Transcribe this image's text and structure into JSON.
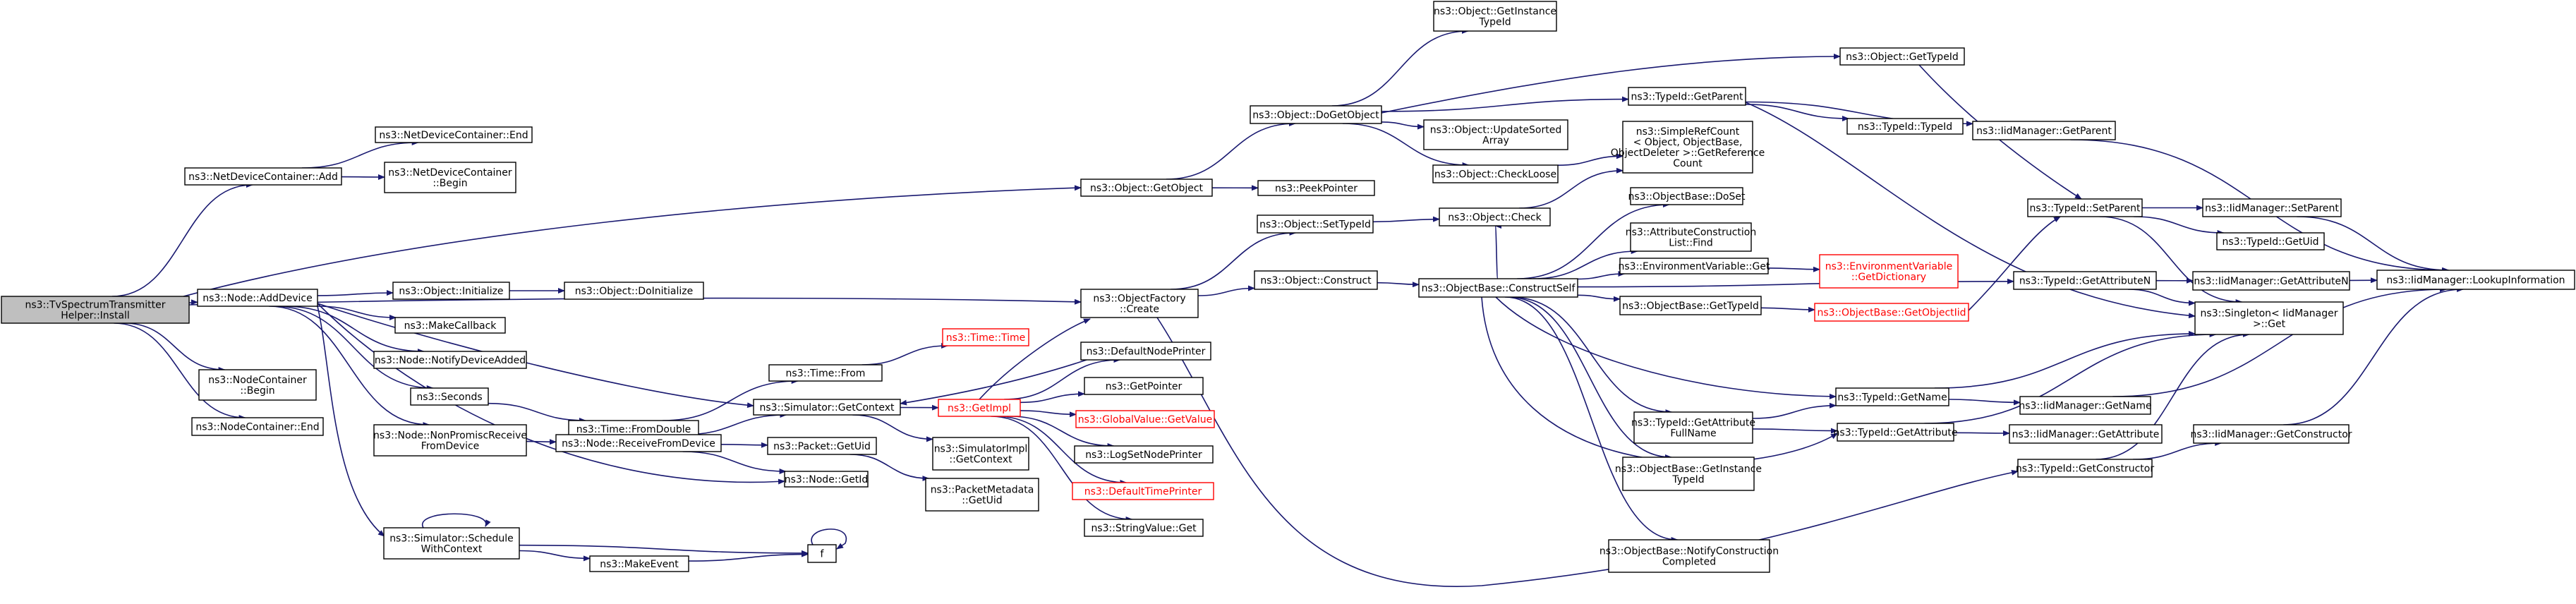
{
  "diagram": {
    "type": "call-graph",
    "colors": {
      "edge": "#191970",
      "node_border": "#000000",
      "root_fill": "#bfbfbf",
      "truncated_border": "#ff0000"
    },
    "nodes": [
      {
        "id": "install",
        "lines": [
          "ns3::TvSpectrumTransmitter",
          "Helper::Install"
        ],
        "root": true
      },
      {
        "id": "ndc_add",
        "lines": [
          "ns3::NetDeviceContainer::Add"
        ]
      },
      {
        "id": "ndc_end",
        "lines": [
          "ns3::NetDeviceContainer::End"
        ]
      },
      {
        "id": "ndc_begin",
        "lines": [
          "ns3::NetDeviceContainer",
          "::Begin"
        ]
      },
      {
        "id": "obj_getobject",
        "lines": [
          "ns3::Object::GetObject"
        ]
      },
      {
        "id": "obj_dogetobject",
        "lines": [
          "ns3::Object::DoGetObject"
        ]
      },
      {
        "id": "peekpointer",
        "lines": [
          "ns3::PeekPointer"
        ]
      },
      {
        "id": "obj_getinstancetypeid",
        "lines": [
          "ns3::Object::GetInstance",
          "TypeId"
        ]
      },
      {
        "id": "obj_updatesorted",
        "lines": [
          "ns3::Object::UpdateSorted",
          "Array"
        ]
      },
      {
        "id": "obj_checkloose",
        "lines": [
          "ns3::Object::CheckLoose"
        ]
      },
      {
        "id": "obj_gettypeid",
        "lines": [
          "ns3::Object::GetTypeId"
        ]
      },
      {
        "id": "tid_getparent",
        "lines": [
          "ns3::TypeId::GetParent"
        ]
      },
      {
        "id": "tid_typeid",
        "lines": [
          "ns3::TypeId::TypeId"
        ]
      },
      {
        "id": "simplerefcount",
        "lines": [
          "ns3::SimpleRefCount",
          "< Object, ObjectBase,",
          "ObjectDeleter >::GetReference",
          "Count"
        ]
      },
      {
        "id": "iid_getparent",
        "lines": [
          "ns3::IidManager::GetParent"
        ]
      },
      {
        "id": "objfactory_create",
        "lines": [
          "ns3::ObjectFactory",
          "::Create"
        ]
      },
      {
        "id": "obj_settypeid",
        "lines": [
          "ns3::Object::SetTypeId"
        ]
      },
      {
        "id": "obj_check",
        "lines": [
          "ns3::Object::Check"
        ]
      },
      {
        "id": "obj_construct",
        "lines": [
          "ns3::Object::Construct"
        ]
      },
      {
        "id": "objbase_constructself",
        "lines": [
          "ns3::ObjectBase::ConstructSelf"
        ]
      },
      {
        "id": "objbase_doset",
        "lines": [
          "ns3::ObjectBase::DoSet"
        ]
      },
      {
        "id": "attrconstr_find",
        "lines": [
          "ns3::AttributeConstruction",
          "List::Find"
        ]
      },
      {
        "id": "envvar_get",
        "lines": [
          "ns3::EnvironmentVariable::Get"
        ]
      },
      {
        "id": "envvar_getdict",
        "lines": [
          "ns3::EnvironmentVariable",
          "::GetDictionary"
        ],
        "red": true
      },
      {
        "id": "objbase_gettypeid",
        "lines": [
          "ns3::ObjectBase::GetTypeId"
        ]
      },
      {
        "id": "objbase_getobjectiid",
        "lines": [
          "ns3::ObjectBase::GetObjectIid"
        ],
        "red": true
      },
      {
        "id": "tid_getattrfullname",
        "lines": [
          "ns3::TypeId::GetAttribute",
          "FullName"
        ]
      },
      {
        "id": "objbase_getinstancetypeid",
        "lines": [
          "ns3::ObjectBase::GetInstance",
          "TypeId"
        ]
      },
      {
        "id": "objbase_notifyconstr",
        "lines": [
          "ns3::ObjectBase::NotifyConstruction",
          "Completed"
        ]
      },
      {
        "id": "tid_setparent",
        "lines": [
          "ns3::TypeId::SetParent"
        ]
      },
      {
        "id": "tid_getattributen",
        "lines": [
          "ns3::TypeId::GetAttributeN"
        ]
      },
      {
        "id": "tid_getname",
        "lines": [
          "ns3::TypeId::GetName"
        ]
      },
      {
        "id": "tid_getattribute",
        "lines": [
          "ns3::TypeId::GetAttribute"
        ]
      },
      {
        "id": "tid_getconstructor",
        "lines": [
          "ns3::TypeId::GetConstructor"
        ]
      },
      {
        "id": "iid_setparent",
        "lines": [
          "ns3::IidManager::SetParent"
        ]
      },
      {
        "id": "tid_getuid",
        "lines": [
          "ns3::TypeId::GetUid"
        ]
      },
      {
        "id": "iid_getattributen",
        "lines": [
          "ns3::IidManager::GetAttributeN"
        ]
      },
      {
        "id": "singleton_get",
        "lines": [
          "ns3::Singleton< IidManager",
          "  >::Get"
        ]
      },
      {
        "id": "iid_getname",
        "lines": [
          "ns3::IidManager::GetName"
        ]
      },
      {
        "id": "iid_getattribute",
        "lines": [
          "ns3::IidManager::GetAttribute"
        ]
      },
      {
        "id": "iid_getconstructor",
        "lines": [
          "ns3::IidManager::GetConstructor"
        ]
      },
      {
        "id": "iid_lookupinfo",
        "lines": [
          "ns3::IidManager::LookupInformation"
        ]
      },
      {
        "id": "node_adddevice",
        "lines": [
          "ns3::Node::AddDevice"
        ]
      },
      {
        "id": "nodecont_begin",
        "lines": [
          "ns3::NodeContainer",
          "::Begin"
        ]
      },
      {
        "id": "nodecont_end",
        "lines": [
          "ns3::NodeContainer::End"
        ]
      },
      {
        "id": "obj_initialize",
        "lines": [
          "ns3::Object::Initialize"
        ]
      },
      {
        "id": "obj_doinitialize",
        "lines": [
          "ns3::Object::DoInitialize"
        ]
      },
      {
        "id": "makecallback",
        "lines": [
          "ns3::MakeCallback"
        ]
      },
      {
        "id": "node_notifydeviceadded",
        "lines": [
          "ns3::Node::NotifyDeviceAdded"
        ]
      },
      {
        "id": "seconds",
        "lines": [
          "ns3::Seconds"
        ]
      },
      {
        "id": "time_fromdouble",
        "lines": [
          "ns3::Time::FromDouble"
        ]
      },
      {
        "id": "time_from",
        "lines": [
          "ns3::Time::From"
        ]
      },
      {
        "id": "time_time",
        "lines": [
          "ns3::Time::Time"
        ],
        "red": true
      },
      {
        "id": "node_nonpromisc",
        "lines": [
          "ns3::Node::NonPromiscReceive",
          "FromDevice"
        ]
      },
      {
        "id": "node_receivefromdevice",
        "lines": [
          "ns3::Node::ReceiveFromDevice"
        ]
      },
      {
        "id": "sim_getcontext",
        "lines": [
          "ns3::Simulator::GetContext"
        ]
      },
      {
        "id": "getimpl",
        "lines": [
          "ns3::GetImpl"
        ],
        "red": true
      },
      {
        "id": "simimpl_getcontext",
        "lines": [
          "ns3::SimulatorImpl",
          "::GetContext"
        ]
      },
      {
        "id": "packet_getuid",
        "lines": [
          "ns3::Packet::GetUid"
        ]
      },
      {
        "id": "packetmeta_getuid",
        "lines": [
          "ns3::PacketMetadata",
          "::GetUid"
        ]
      },
      {
        "id": "node_getid",
        "lines": [
          "ns3::Node::GetId"
        ]
      },
      {
        "id": "defaultnodeprinter",
        "lines": [
          "ns3::DefaultNodePrinter"
        ]
      },
      {
        "id": "getpointer",
        "lines": [
          "ns3::GetPointer"
        ]
      },
      {
        "id": "globalvalue_getvalue",
        "lines": [
          "ns3::GlobalValue::GetValue"
        ],
        "red": true
      },
      {
        "id": "logsetnodeprinter",
        "lines": [
          "ns3::LogSetNodePrinter"
        ]
      },
      {
        "id": "defaulttimeprinter",
        "lines": [
          "ns3::DefaultTimePrinter"
        ],
        "red": true
      },
      {
        "id": "stringvalue_get",
        "lines": [
          "ns3::StringValue::Get"
        ]
      },
      {
        "id": "sim_schedulewithcontext",
        "lines": [
          "ns3::Simulator::Schedule",
          "WithContext"
        ]
      },
      {
        "id": "makeevent",
        "lines": [
          "ns3::MakeEvent"
        ]
      },
      {
        "id": "f",
        "lines": [
          "f"
        ]
      }
    ],
    "edges": [
      [
        "install",
        "ndc_add"
      ],
      [
        "install",
        "obj_getobject"
      ],
      [
        "install",
        "objfactory_create"
      ],
      [
        "install",
        "node_adddevice"
      ],
      [
        "install",
        "nodecont_begin"
      ],
      [
        "install",
        "nodecont_end"
      ],
      [
        "ndc_add",
        "ndc_end"
      ],
      [
        "ndc_add",
        "ndc_begin"
      ],
      [
        "obj_getobject",
        "obj_dogetobject"
      ],
      [
        "obj_getobject",
        "peekpointer"
      ],
      [
        "obj_dogetobject",
        "obj_getinstancetypeid"
      ],
      [
        "obj_dogetobject",
        "obj_updatesorted"
      ],
      [
        "obj_dogetobject",
        "obj_checkloose"
      ],
      [
        "obj_dogetobject",
        "obj_gettypeid"
      ],
      [
        "obj_dogetobject",
        "tid_getparent"
      ],
      [
        "obj_checkloose",
        "simplerefcount"
      ],
      [
        "obj_gettypeid",
        "tid_setparent"
      ],
      [
        "tid_getparent",
        "tid_typeid"
      ],
      [
        "tid_getparent",
        "iid_getparent"
      ],
      [
        "tid_getparent",
        "singleton_get"
      ],
      [
        "iid_getparent",
        "iid_lookupinfo"
      ],
      [
        "objfactory_create",
        "obj_settypeid"
      ],
      [
        "objfactory_create",
        "obj_construct"
      ],
      [
        "objfactory_create",
        "tid_getconstructor"
      ],
      [
        "obj_settypeid",
        "obj_check"
      ],
      [
        "obj_check",
        "simplerefcount"
      ],
      [
        "obj_construct",
        "objbase_constructself"
      ],
      [
        "objbase_constructself",
        "obj_check"
      ],
      [
        "objbase_constructself",
        "objbase_doset"
      ],
      [
        "objbase_constructself",
        "attrconstr_find"
      ],
      [
        "objbase_constructself",
        "envvar_get"
      ],
      [
        "objbase_constructself",
        "objbase_gettypeid"
      ],
      [
        "objbase_constructself",
        "tid_getattributen"
      ],
      [
        "objbase_constructself",
        "tid_getname"
      ],
      [
        "objbase_constructself",
        "tid_getattrfullname"
      ],
      [
        "objbase_constructself",
        "tid_getattribute"
      ],
      [
        "objbase_constructself",
        "objbase_getinstancetypeid"
      ],
      [
        "objbase_constructself",
        "objbase_notifyconstr"
      ],
      [
        "envvar_get",
        "envvar_getdict"
      ],
      [
        "objbase_gettypeid",
        "objbase_getobjectiid"
      ],
      [
        "objbase_getobjectiid",
        "tid_setparent"
      ],
      [
        "tid_getattrfullname",
        "tid_getname"
      ],
      [
        "tid_getattrfullname",
        "tid_getattribute"
      ],
      [
        "tid_setparent",
        "iid_setparent"
      ],
      [
        "tid_setparent",
        "tid_getuid"
      ],
      [
        "tid_setparent",
        "singleton_get"
      ],
      [
        "iid_setparent",
        "iid_lookupinfo"
      ],
      [
        "tid_getattributen",
        "iid_getattributen"
      ],
      [
        "tid_getattributen",
        "singleton_get"
      ],
      [
        "iid_getattributen",
        "iid_lookupinfo"
      ],
      [
        "tid_getname",
        "iid_getname"
      ],
      [
        "tid_getname",
        "singleton_get"
      ],
      [
        "iid_getname",
        "iid_lookupinfo"
      ],
      [
        "tid_getattribute",
        "iid_getattribute"
      ],
      [
        "tid_getattribute",
        "singleton_get"
      ],
      [
        "tid_getconstructor",
        "iid_getconstructor"
      ],
      [
        "tid_getconstructor",
        "singleton_get"
      ],
      [
        "iid_getconstructor",
        "iid_lookupinfo"
      ],
      [
        "node_adddevice",
        "obj_initialize"
      ],
      [
        "node_adddevice",
        "makecallback"
      ],
      [
        "node_adddevice",
        "node_notifydeviceadded"
      ],
      [
        "node_adddevice",
        "seconds"
      ],
      [
        "node_adddevice",
        "node_nonpromisc"
      ],
      [
        "node_adddevice",
        "node_getid"
      ],
      [
        "node_adddevice",
        "sim_schedulewithcontext"
      ],
      [
        "node_adddevice",
        "sim_getcontext"
      ],
      [
        "obj_initialize",
        "obj_doinitialize"
      ],
      [
        "seconds",
        "time_fromdouble"
      ],
      [
        "time_fromdouble",
        "time_from"
      ],
      [
        "time_from",
        "time_time"
      ],
      [
        "node_nonpromisc",
        "node_receivefromdevice"
      ],
      [
        "node_receivefromdevice",
        "sim_getcontext"
      ],
      [
        "node_receivefromdevice",
        "packet_getuid"
      ],
      [
        "node_receivefromdevice",
        "node_getid"
      ],
      [
        "packet_getuid",
        "packetmeta_getuid"
      ],
      [
        "sim_getcontext",
        "getimpl"
      ],
      [
        "sim_getcontext",
        "simimpl_getcontext"
      ],
      [
        "getimpl",
        "objfactory_create"
      ],
      [
        "getimpl",
        "defaultnodeprinter"
      ],
      [
        "getimpl",
        "getpointer"
      ],
      [
        "getimpl",
        "globalvalue_getvalue"
      ],
      [
        "getimpl",
        "logsetnodeprinter"
      ],
      [
        "getimpl",
        "defaulttimeprinter"
      ],
      [
        "getimpl",
        "stringvalue_get"
      ],
      [
        "defaultnodeprinter",
        "sim_getcontext"
      ],
      [
        "sim_schedulewithcontext",
        "sim_schedulewithcontext"
      ],
      [
        "sim_schedulewithcontext",
        "makeevent"
      ],
      [
        "sim_schedulewithcontext",
        "f"
      ],
      [
        "makeevent",
        "f"
      ],
      [
        "f",
        "f"
      ]
    ]
  }
}
